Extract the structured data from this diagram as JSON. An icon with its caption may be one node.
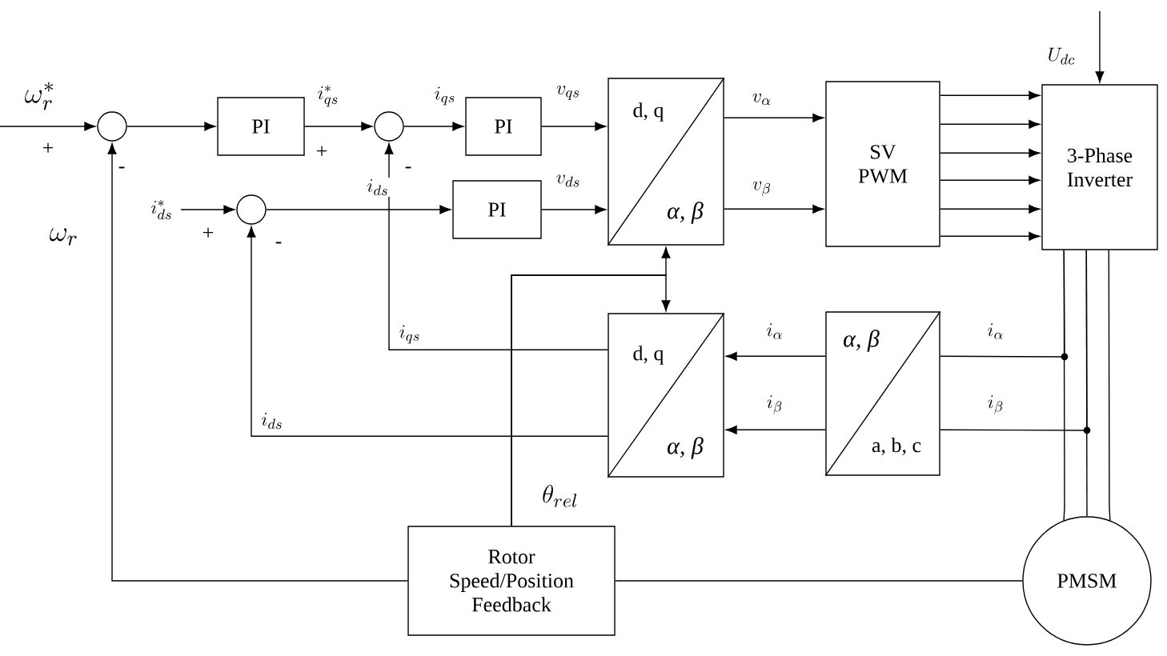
{
  "diagram": {
    "nodes": [
      {
        "text": [],
        "shape": "circle"
      },
      {
        "text": [
          "PI"
        ]
      },
      {
        "text": [],
        "shape": "circle"
      },
      {
        "text": [
          "PI"
        ]
      },
      {
        "text": [],
        "shape": "circle"
      },
      {
        "text": [
          "PI"
        ]
      },
      {
        "text": [
          "d, q",
          "α, β"
        ]
      },
      {
        "text": [
          "SV PWM"
        ]
      },
      {
        "text": [
          "3-Phase Inverter"
        ]
      },
      {
        "text": [
          "d, q",
          "α, β"
        ]
      },
      {
        "text": [
          "α, β",
          "a, b, c"
        ]
      },
      {
        "text": [
          "Rotor Speed/Position Feedback"
        ]
      },
      {
        "text": [
          "PMSM"
        ]
      }
    ],
    "edges": [
      {
        "from": null,
        "to": 0,
        "arrow": "to",
        "label": "\\omega_r^*"
      },
      {
        "from": 0,
        "to": 1,
        "arrow": "to"
      },
      {
        "from": 1,
        "to": 2,
        "arrow": "to",
        "label": "i_{qs}^*"
      },
      {
        "from": 2,
        "to": 3,
        "arrow": "to",
        "label": "i_{qs}"
      },
      {
        "from": 3,
        "to": 6,
        "arrow": "to",
        "label": "v_{qs}"
      },
      {
        "from": null,
        "to": 4,
        "arrow": "to",
        "label": "i_{ds}^*"
      },
      {
        "from": 4,
        "to": 5,
        "arrow": "to",
        "label": "i_{ds}"
      },
      {
        "from": 5,
        "to": 6,
        "arrow": "to",
        "label": "v_{ds}"
      },
      {
        "from": 6,
        "to": 7,
        "arrow": "to",
        "label": "v_\\alpha"
      },
      {
        "from": 6,
        "to": 7,
        "arrow": "to",
        "label": "v_\\beta"
      },
      {
        "from": 7,
        "to": 8,
        "arrow": "to"
      },
      {
        "from": 7,
        "to": 8,
        "arrow": "to"
      },
      {
        "from": 7,
        "to": 8,
        "arrow": "to"
      },
      {
        "from": 7,
        "to": 8,
        "arrow": "to"
      },
      {
        "from": 7,
        "to": 8,
        "arrow": "to"
      },
      {
        "from": 7,
        "to": 8,
        "arrow": "to"
      },
      {
        "from": null,
        "to": 8,
        "arrow": "to",
        "label": "U_{dc}"
      },
      {
        "from": 8,
        "to": 12,
        "arrow": "none"
      },
      {
        "from": 8,
        "to": 12,
        "arrow": "none"
      },
      {
        "from": 8,
        "to": 12,
        "arrow": "none"
      },
      {
        "from": 8,
        "to": 10,
        "arrow": "none",
        "label": "i_\\alpha"
      },
      {
        "from": 8,
        "to": 10,
        "arrow": "none",
        "label": "i_\\beta"
      },
      {
        "from": 10,
        "to": 9,
        "arrow": "to",
        "label": "i_\\alpha"
      },
      {
        "from": 10,
        "to": 9,
        "arrow": "to",
        "label": "i_\\beta"
      },
      {
        "from": 9,
        "to": 2,
        "arrow": "to",
        "label": "i_{qs}"
      },
      {
        "from": 9,
        "to": 4,
        "arrow": "to",
        "label": "i_{ds}"
      },
      {
        "from": 11,
        "to": 6,
        "arrow": "to",
        "label": "\\theta_{rel}"
      },
      {
        "from": 11,
        "to": 9,
        "arrow": "to"
      },
      {
        "from": 12,
        "to": 11,
        "arrow": "none"
      },
      {
        "from": 11,
        "to": 0,
        "arrow": "to",
        "label": "\\omega_r"
      }
    ],
    "labels": [
      "+",
      "-",
      "+",
      "-",
      "+",
      "-"
    ]
  }
}
